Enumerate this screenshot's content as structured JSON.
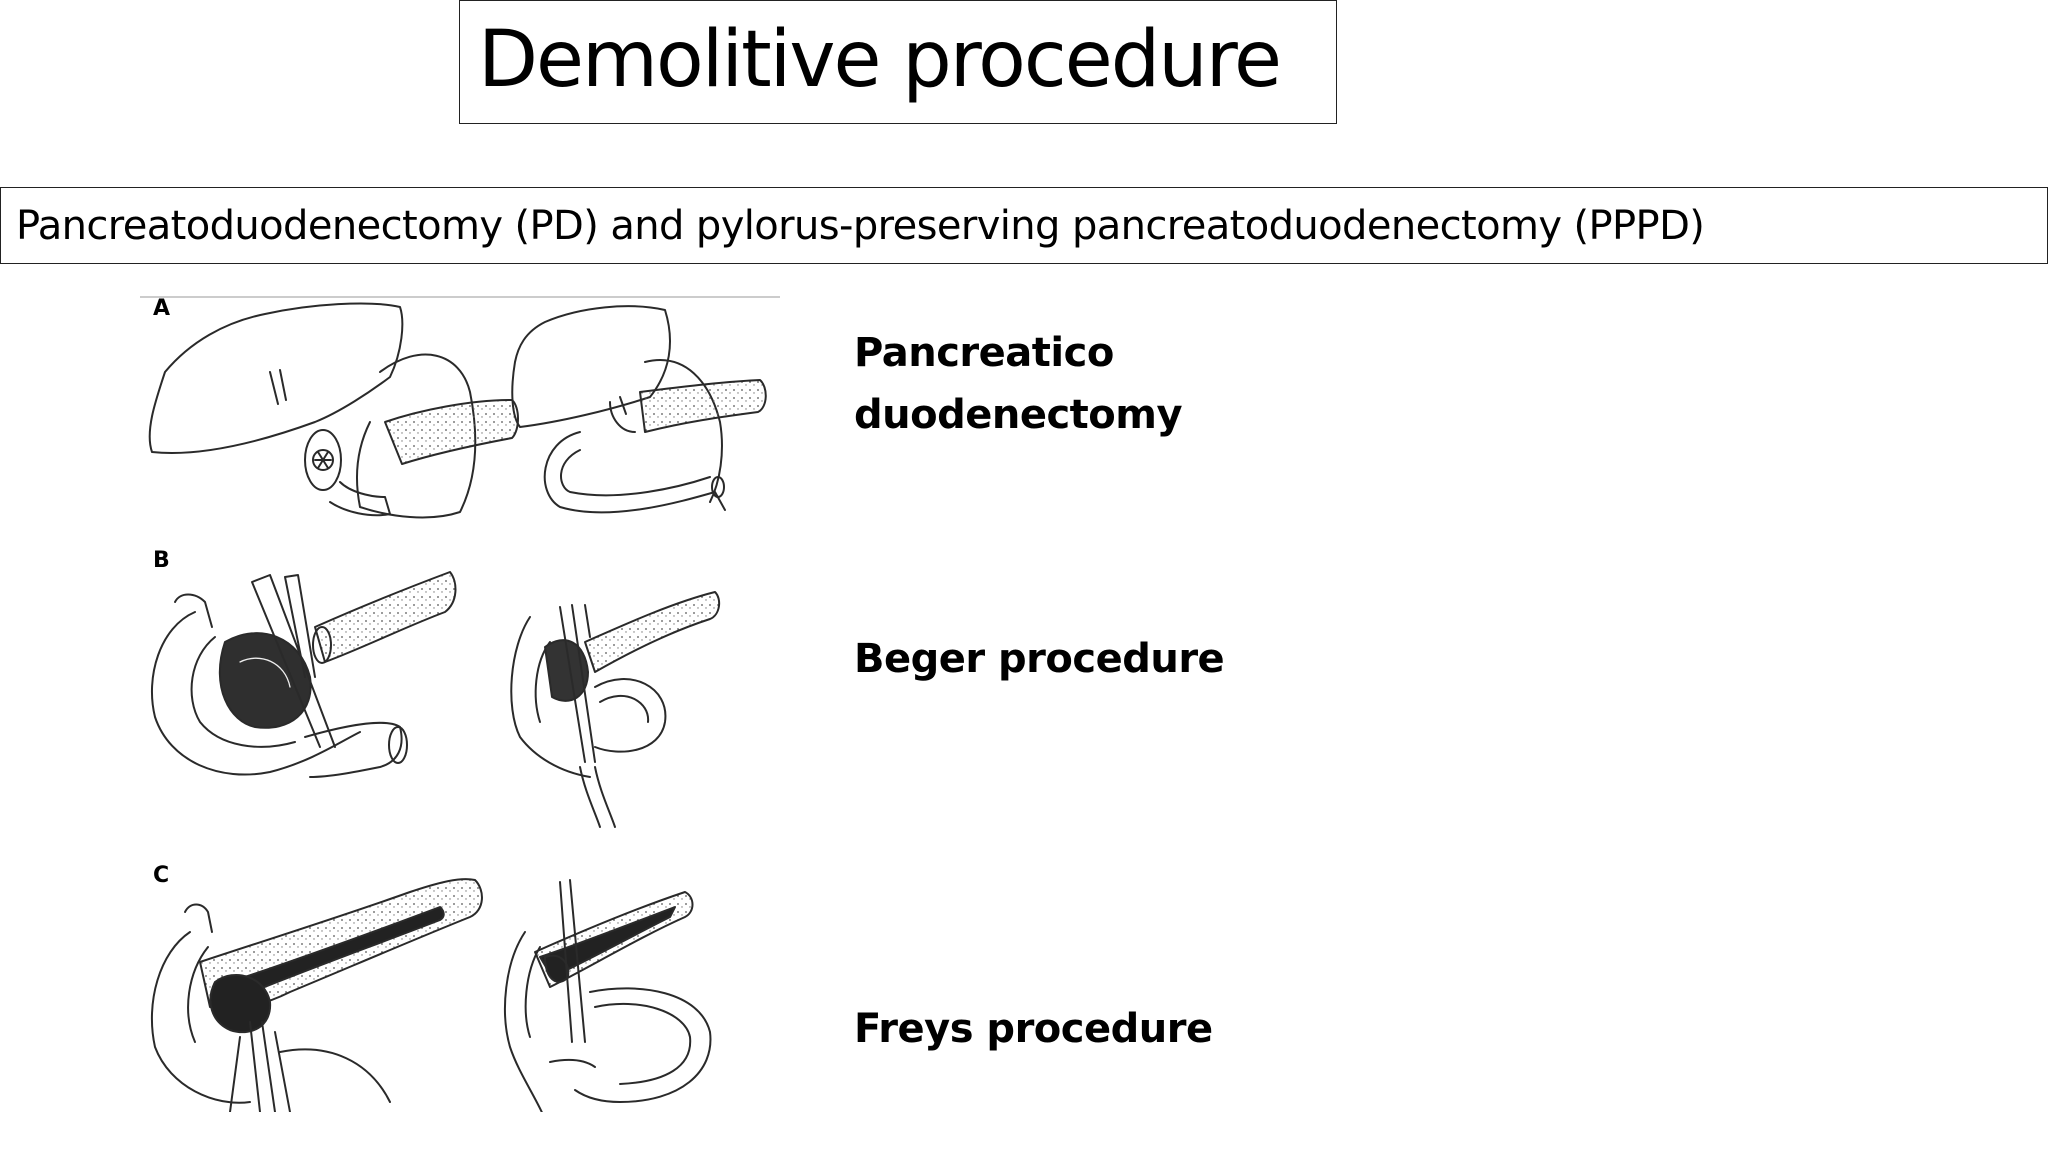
{
  "slide": {
    "title": "Demolitive procedure",
    "subtitle": "Pancreatoduodenectomy (PD) and pylorus-preserving pancreatoduodenectomy (PPPD)"
  },
  "figure": {
    "panels": [
      {
        "letter": "A",
        "procedure_lines": [
          "Pancreatico",
          "duodenectomy"
        ]
      },
      {
        "letter": "B",
        "procedure_lines": [
          "Beger procedure"
        ]
      },
      {
        "letter": "C",
        "procedure_lines": [
          "Freys procedure"
        ]
      }
    ]
  },
  "colors": {
    "background": "#ffffff",
    "text": "#000000",
    "border": "#222222",
    "line_art": "#2a2a2a"
  }
}
